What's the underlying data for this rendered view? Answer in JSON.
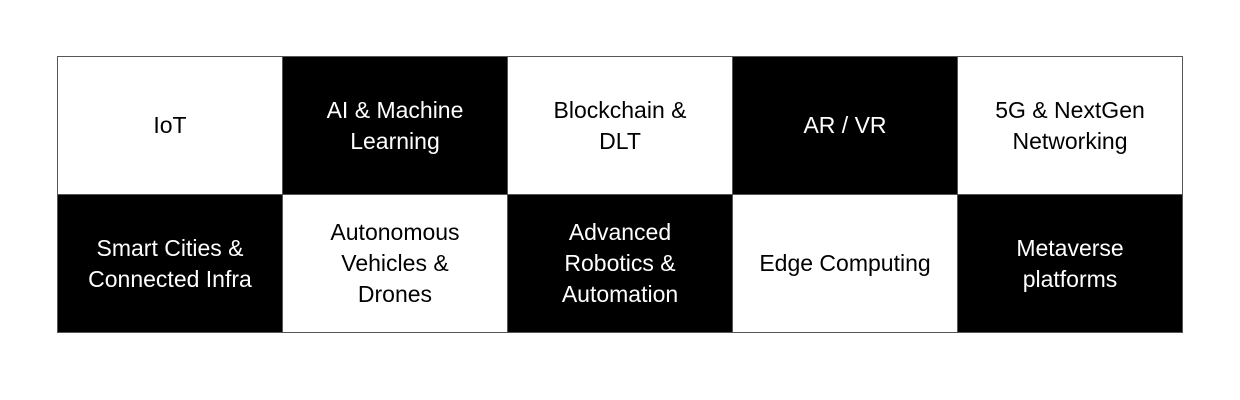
{
  "grid": {
    "cells": [
      {
        "label": "IoT",
        "theme": "light"
      },
      {
        "label": "AI & Machine\nLearning",
        "theme": "dark"
      },
      {
        "label": "Blockchain &\nDLT",
        "theme": "light"
      },
      {
        "label": "AR / VR",
        "theme": "dark"
      },
      {
        "label": "5G & NextGen\nNetworking",
        "theme": "light"
      },
      {
        "label": "Smart Cities &\nConnected Infra",
        "theme": "dark"
      },
      {
        "label": "Autonomous\nVehicles &\nDrones",
        "theme": "light"
      },
      {
        "label": "Advanced\nRobotics &\nAutomation",
        "theme": "dark"
      },
      {
        "label": "Edge Computing",
        "theme": "light"
      },
      {
        "label": "Metaverse\nplatforms",
        "theme": "dark"
      }
    ]
  }
}
